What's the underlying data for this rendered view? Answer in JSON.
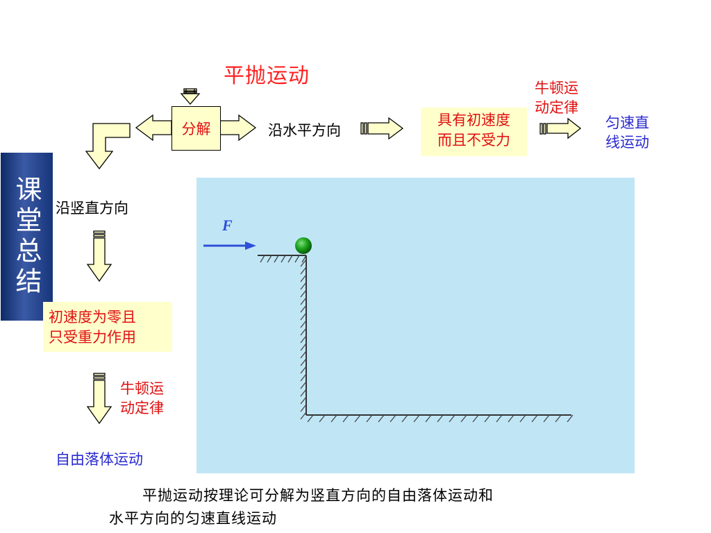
{
  "title": "平抛运动",
  "decompose": "分解",
  "horizontal": {
    "direction": "沿水平方向",
    "condition_line1": "具有初速度",
    "condition_line2": "而且不受力",
    "law_line1": "牛顿运",
    "law_line2": "动定律",
    "result_line1": "匀速直",
    "result_line2": "线运动"
  },
  "vertical": {
    "direction": "沿竖直方向",
    "condition_line1": "初速度为零且",
    "condition_line2": "只受重力作用",
    "law_line1": "牛顿运",
    "law_line2": "动定律",
    "result": "自由落体运动"
  },
  "side_label": "课堂总结",
  "force_label": "F",
  "summary_line1": "平抛运动按理论可分解为竖直方向的自由落体运动和",
  "summary_line2": "水平方向的匀速直线运动",
  "colors": {
    "red": "#e01010",
    "blue": "#2a2ad0",
    "arrow_fill": "#ffffcc",
    "scene_bg": "#c0e6f6",
    "ball": "#1aa01a",
    "force_arrow": "#2f4fd8"
  }
}
